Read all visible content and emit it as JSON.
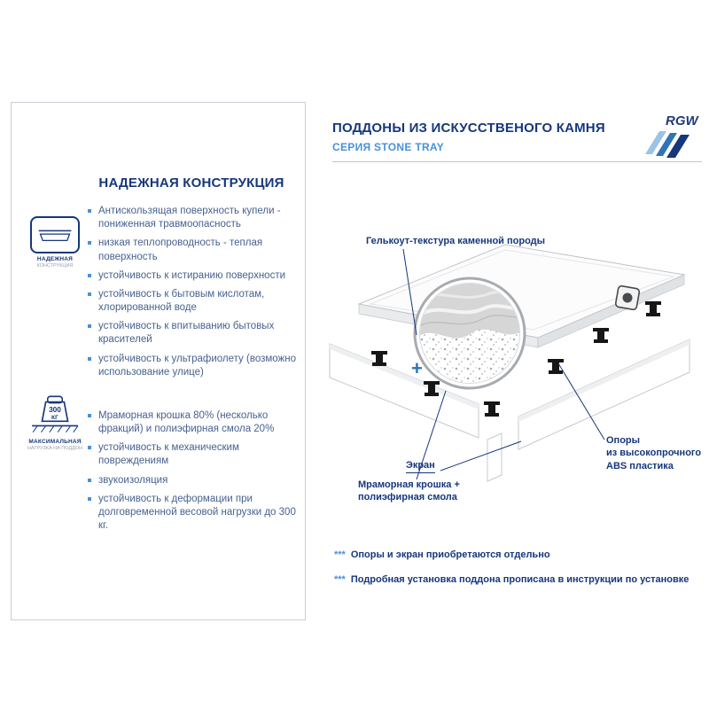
{
  "brand": {
    "logo_text": "RGW"
  },
  "header": {
    "title": "ПОДДОНЫ ИЗ ИСКУССТВЕНОГО КАМНЯ",
    "subtitle": "СЕРИЯ STONE TRAY"
  },
  "left_panel": {
    "heading": "НАДЕЖНАЯ КОНСТРУКЦИЯ",
    "badges": [
      {
        "label_top": "НАДЕЖНАЯ",
        "label_bottom": "КОНСТРУКЦИЯ"
      },
      {
        "weight_value": "300",
        "weight_unit": "КГ",
        "label_top": "МАКСИМАЛЬНАЯ",
        "label_bottom": "НАГРУЗКА НА ПОДДОН"
      }
    ],
    "list1": [
      "Антискользящая поверхность купели - пониженная травмоопасность",
      "низкая теплопроводность - теплая поверхность",
      "устойчивость к истиранию поверхности",
      "устойчивость к бытовым кислотам, хлорированной воде",
      "устойчивость к впитыванию бытовых красителей",
      "устойчивость к ультрафиолету (возможно использование улице)"
    ],
    "list2": [
      "Мраморная крошка 80% (несколько фракций) и полиэфирная смола 20%",
      "устойчивость к механическим повреждениям",
      "звукоизоляция",
      "устойчивость к деформации при долговременной весовой нагрузки до 300 кг."
    ]
  },
  "diagram": {
    "labels": {
      "gelcoat": "Гелькоут-текстура каменной породы",
      "supports": "Опоры\nиз высокопрочного\nABS пластика",
      "screen": "Экран",
      "marble": "Мраморная крошка +\nполиэфирная смола",
      "plus": "+"
    }
  },
  "footnotes": [
    {
      "stars": "***",
      "text": "Опоры и экран приобретаются отдельно"
    },
    {
      "stars": "***",
      "text": "Подробная установка поддона прописана в инструкции по установке"
    }
  ],
  "colors": {
    "navy": "#16377c",
    "accent": "#4a90d9"
  }
}
